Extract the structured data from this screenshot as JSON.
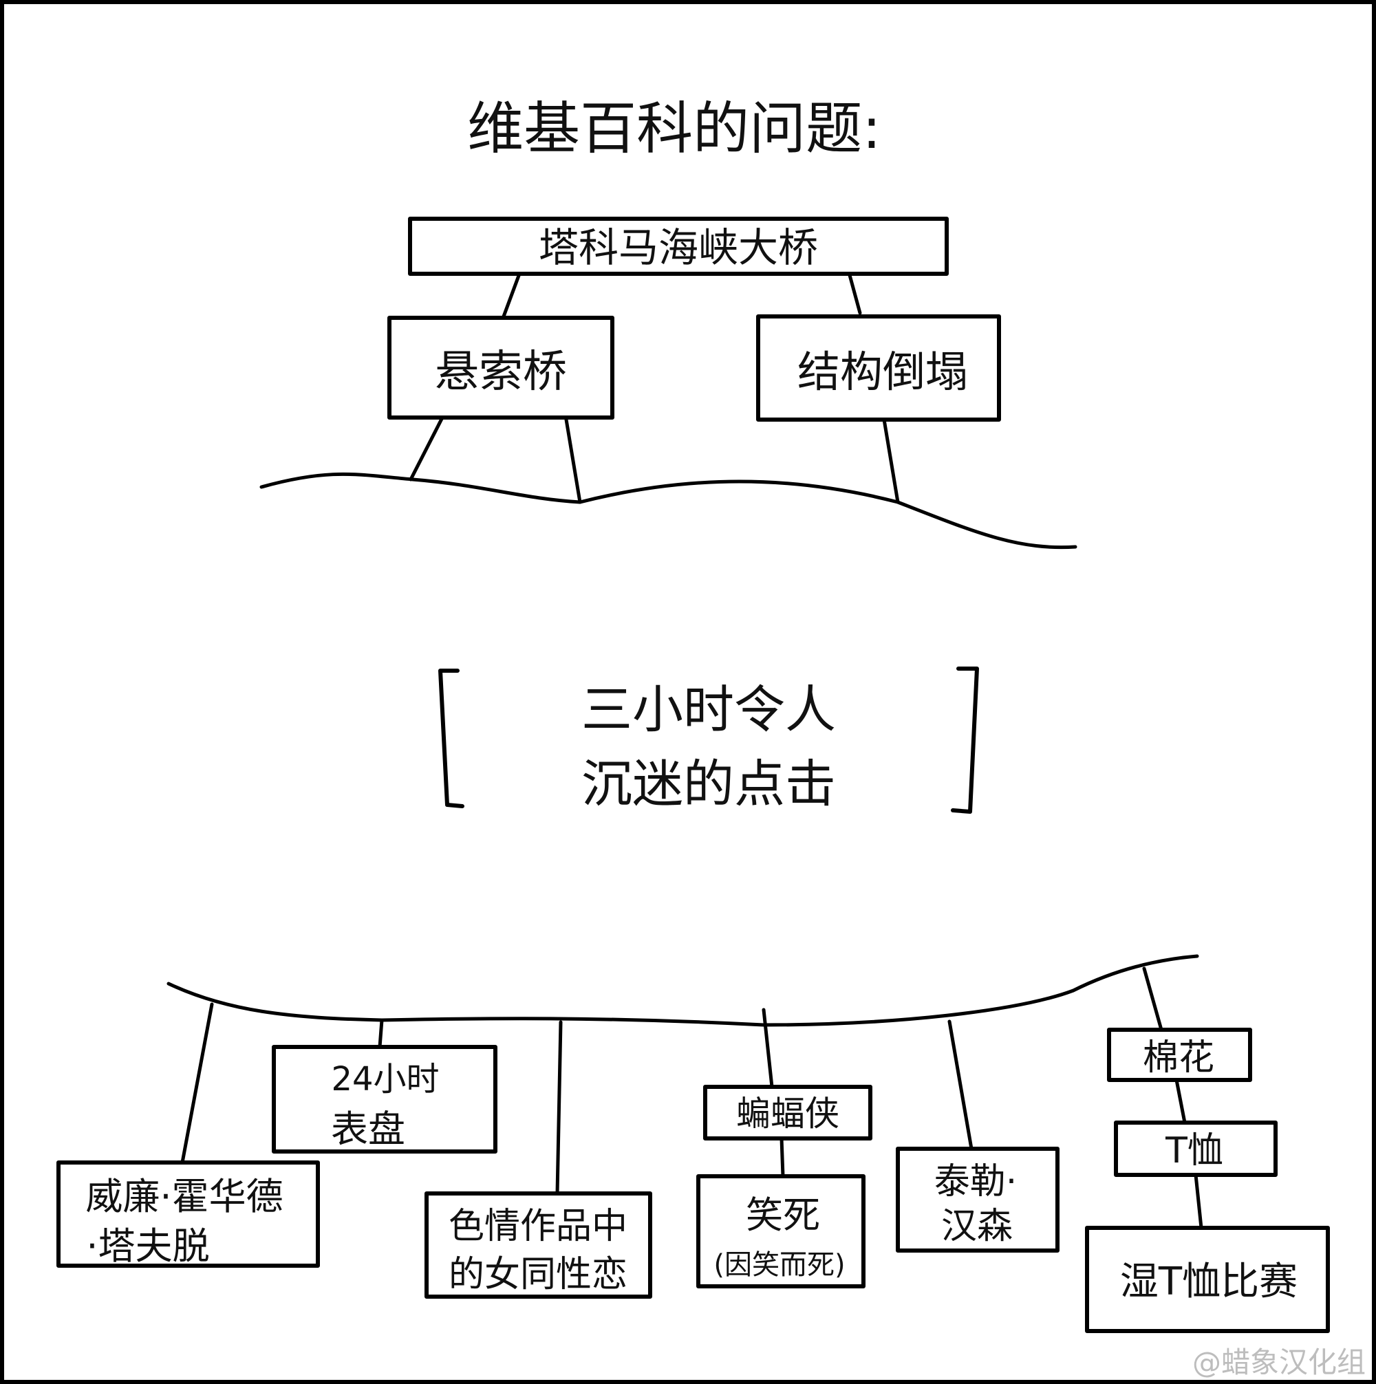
{
  "title": "维基百科的问题:",
  "top_tree": {
    "root": "塔科马海峡大桥",
    "children": [
      "悬索桥",
      "结构倒塌"
    ]
  },
  "caption": {
    "line1": "三小时令人",
    "line2": "沉迷的点击"
  },
  "bottom_tree": {
    "watts_line1": "威廉·霍华德",
    "watts_line2": "·塔夫脱",
    "clock_line1": "24小时",
    "clock_line2": "表盘",
    "lesbian_line1": "色情作品中",
    "lesbian_line2": "的女同性恋",
    "batman": "蝙蝠侠",
    "laugh_line1": "笑死",
    "laugh_line2": "(因笑而死)",
    "hansen_line1": "泰勒·",
    "hansen_line2": "汉森",
    "cotton": "棉花",
    "tshirt": "T恤",
    "wet_tshirt": "湿T恤比赛"
  },
  "credit": "@蜡象汉化组"
}
